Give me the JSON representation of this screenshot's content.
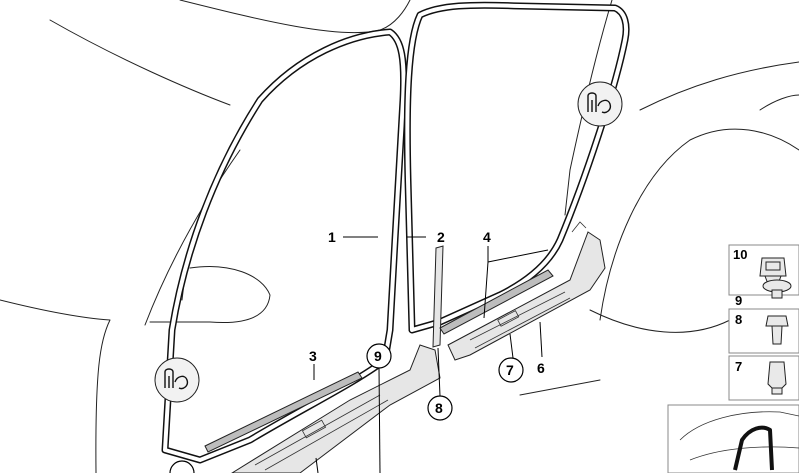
{
  "callouts": {
    "p1": "1",
    "p2": "2",
    "p3": "3",
    "p4": "4",
    "p6": "6",
    "p7": "7",
    "p8": "8",
    "p9": "9"
  },
  "legend": {
    "i10": "10",
    "i9": "9",
    "i8": "8",
    "i7": "7"
  }
}
